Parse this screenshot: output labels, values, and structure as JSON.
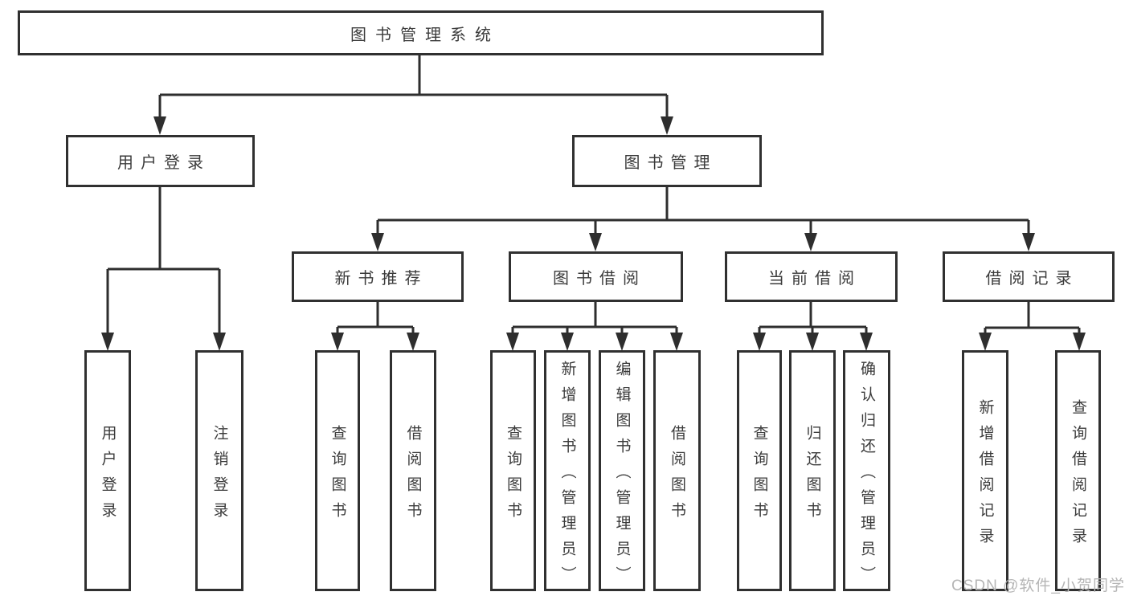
{
  "diagram": {
    "type": "tree",
    "title": "图书管理系统",
    "nodes": {
      "root": "图书管理系统",
      "user_login": "用户登录",
      "book_mgmt": "图书管理",
      "new_rec": "新书推荐",
      "borrowing": "图书借阅",
      "current": "当前借阅",
      "records": "借阅记录",
      "leaf_login": "用户登录",
      "leaf_logout": "注销登录",
      "leaf_query1": "查询图书",
      "leaf_borrow1": "借阅图书",
      "leaf_query2": "查询图书",
      "leaf_add_book": "新增图书（管理员）",
      "leaf_edit_book": "编辑图书（管理员）",
      "leaf_borrow2": "借阅图书",
      "leaf_query3": "查询图书",
      "leaf_return": "归还图书",
      "leaf_confirm": "确认归还（管理员）",
      "leaf_add_record": "新增借阅记录",
      "leaf_query_record": "查询借阅记录"
    },
    "hierarchy": {
      "图书管理系统": {
        "用户登录": [
          "用户登录",
          "注销登录"
        ],
        "图书管理": {
          "新书推荐": [
            "查询图书",
            "借阅图书"
          ],
          "图书借阅": [
            "查询图书",
            "新增图书（管理员）",
            "编辑图书（管理员）",
            "借阅图书"
          ],
          "当前借阅": [
            "查询图书",
            "归还图书",
            "确认归还（管理员）"
          ],
          "借阅记录": [
            "新增借阅记录",
            "查询借阅记录"
          ]
        }
      }
    },
    "colors": {
      "line": "#2e2e2e",
      "border": "#303030",
      "text": "#3b3b3b",
      "background": "#ffffff",
      "watermark": "#b5b5b5"
    }
  },
  "watermark": {
    "text": "CSDN @软件_小贺同学"
  }
}
